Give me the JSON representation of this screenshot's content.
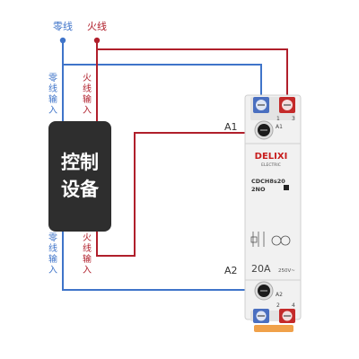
{
  "wires": {
    "neutral_label": "零线",
    "live_label": "火线"
  },
  "colors": {
    "neutral": "#3f74c9",
    "live": "#b01f2b",
    "control_box": "#2e2e2e",
    "device_body": "#f1f1f1",
    "brand": "#c81e1e",
    "terminal_blue": "#4a6fc0",
    "terminal_red": "#c42a2a"
  },
  "control_box": {
    "title_line1": "控制",
    "title_line2": "设备",
    "neutral_input_top": "零线输入",
    "live_input_top": "火线输入",
    "neutral_input_bottom": "零线输入",
    "live_input_bottom": "火线输入"
  },
  "terminals": {
    "a1": "A1",
    "a2": "A2"
  },
  "device": {
    "brand": "DELIXI",
    "brand_sub": "ELECTRIC",
    "model": "CDCH8s20",
    "variant": "2NO",
    "rating": "20A",
    "voltage": "250V~",
    "term_1": "1",
    "term_3": "3",
    "term_a1": "A1",
    "term_a2": "A2",
    "term_2": "2",
    "term_4": "4"
  }
}
